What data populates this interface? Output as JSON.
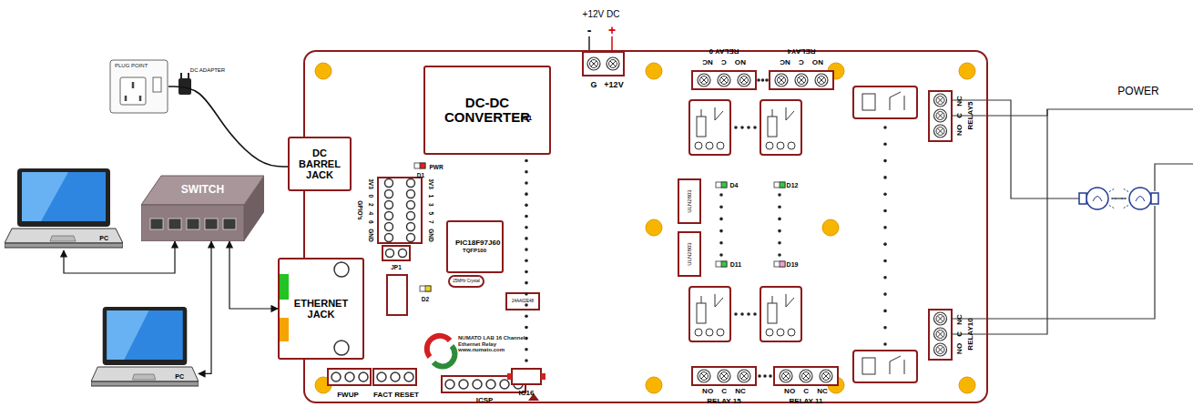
{
  "diagram": {
    "nodes": [
      {
        "text": [
          "PC"
        ]
      },
      {
        "text": [
          "PC"
        ]
      },
      {
        "text": [
          "SWITCH"
        ]
      },
      {
        "text": [
          "NUMATO LAB 16 Channel Ethernet Relay www.numato.com"
        ]
      },
      {
        "text": [
          "DC BARREL JACK"
        ],
        "in": 3
      },
      {
        "text": [
          "DC-DC CONVERTER"
        ],
        "in": 3
      },
      {
        "text": [
          "PIC18F97J60",
          "TQFP100"
        ],
        "in": 3
      },
      {
        "text": [
          "ETHERNET JACK"
        ],
        "in": 3
      },
      {
        "text": [
          "PLUG POINT"
        ]
      }
    ],
    "edges": [
      {
        "from": 0,
        "to": 2,
        "arrow": "both"
      },
      {
        "from": 1,
        "to": 2,
        "arrow": "both"
      },
      {
        "from": 2,
        "to": 7,
        "arrow": "both"
      },
      {
        "from": 8,
        "to": 4,
        "arrow": "none"
      }
    ],
    "labels": [
      "DC ADAPTER",
      "+12V DC",
      "-",
      "+",
      "G",
      "+12V",
      "IC1",
      "IC16",
      "NO C NC",
      "RELAY 0",
      "NO C NC",
      "RELAY4",
      "NO C NC",
      "RELAY5",
      "NO C NC",
      "RELAY10",
      "NO C NC",
      "RELAY 15",
      "NO C NC",
      "RELAY 11",
      "D4",
      "D12",
      "D11",
      "D19",
      "ULN2803",
      "ULN2803",
      "3V3 0 2 4 6 GND",
      "GPIO's",
      "3V3 1 3 5 7 GND",
      "PWR",
      "D1",
      "D2",
      "JP1",
      "25MHz Crystal",
      "24AA02E48",
      "FWUP",
      "FACT RESET",
      "ICSP",
      "POWER"
    ]
  }
}
